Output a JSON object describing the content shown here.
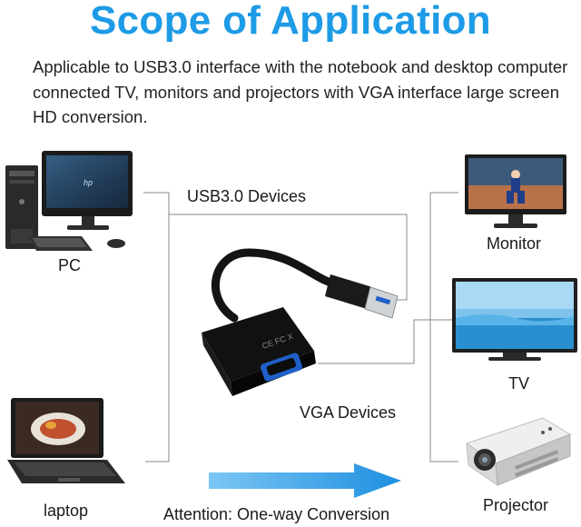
{
  "title": "Scope of Application",
  "description": "Applicable to USB3.0 interface with the notebook and desktop computer connected TV, monitors and projectors with VGA interface large screen HD conversion.",
  "labels": {
    "pc": "PC",
    "laptop": "laptop",
    "usb_devices": "USB3.0 Devices",
    "vga_devices": "VGA Devices",
    "attention": "Attention: One-way Conversion",
    "monitor": "Monitor",
    "tv": "TV",
    "projector": "Projector"
  },
  "colors": {
    "title": "#1e9be6",
    "arrow": "#1e8fe0",
    "adapter": "#121212",
    "line": "#8a8a8a"
  },
  "icons": {
    "pc": "desktop-computer-icon",
    "laptop": "laptop-icon",
    "adapter": "usb-to-vga-adapter-icon",
    "monitor": "monitor-icon",
    "tv": "tv-icon",
    "projector": "projector-icon",
    "arrow": "right-arrow-icon"
  }
}
